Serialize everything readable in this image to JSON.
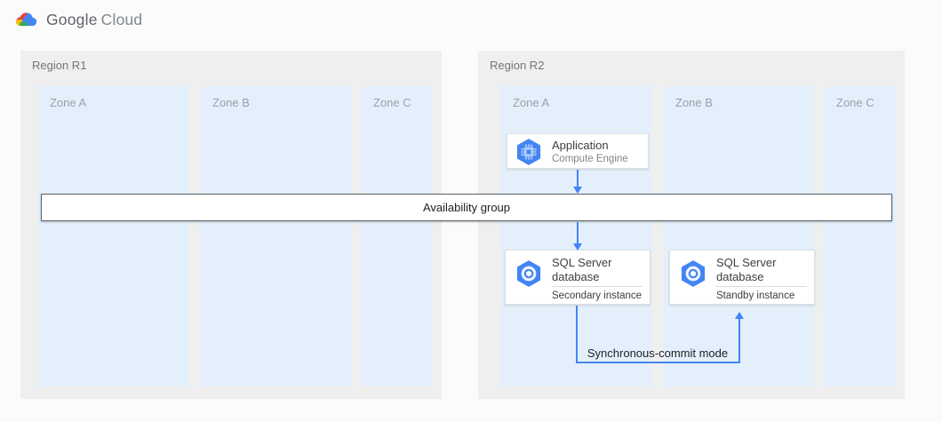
{
  "header": {
    "logo_text_primary": "Google",
    "logo_text_secondary": "Cloud"
  },
  "regions": [
    {
      "label": "Region R1",
      "zones": [
        {
          "label": "Zone A"
        },
        {
          "label": "Zone B"
        },
        {
          "label": "Zone C"
        }
      ]
    },
    {
      "label": "Region R2",
      "zones": [
        {
          "label": "Zone A"
        },
        {
          "label": "Zone B"
        },
        {
          "label": "Zone C"
        }
      ]
    }
  ],
  "nodes": {
    "application": {
      "title": "Application",
      "subtitle": "Compute Engine",
      "icon": "compute-engine-icon"
    },
    "sql_secondary": {
      "title": "SQL Server database",
      "instance": "Secondary instance",
      "icon": "gcp-hexagon-icon"
    },
    "sql_standby": {
      "title": "SQL Server database",
      "instance": "Standby instance",
      "icon": "gcp-hexagon-icon"
    }
  },
  "bands": {
    "availability_group": "Availability group"
  },
  "edges": {
    "sync_commit_label": "Synchronous-commit mode"
  },
  "colors": {
    "accent_blue": "#4285f4",
    "zone_fill": "#e3f0fc",
    "region_fill": "#efefef",
    "band_border": "#5f6368",
    "logo_red": "#ea4335",
    "logo_yellow": "#fbbc04",
    "logo_green": "#34a853"
  }
}
